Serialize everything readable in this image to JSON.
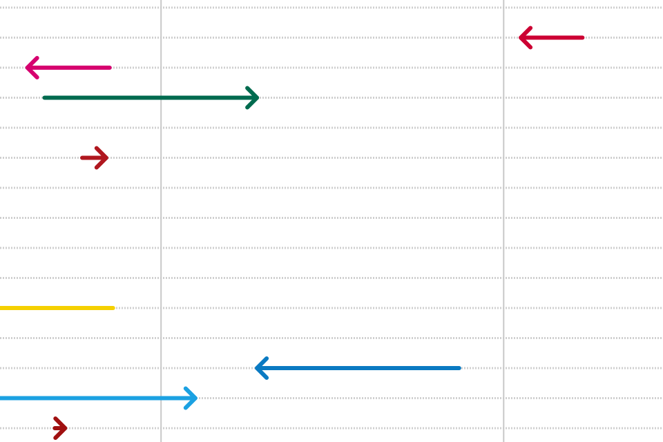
{
  "chart_data": {
    "type": "arrow",
    "grid": true,
    "rows": [
      {
        "index": 0,
        "start": null,
        "end": null,
        "color": null
      },
      {
        "index": 1,
        "start": 1.7,
        "end": 1.52,
        "color": "#CC0033"
      },
      {
        "index": 2,
        "start": 0.32,
        "end": 0.08,
        "color": "#D6006F"
      },
      {
        "index": 3,
        "start": 0.13,
        "end": 0.75,
        "color": "#006B4F"
      },
      {
        "index": 4,
        "start": null,
        "end": null,
        "color": null
      },
      {
        "index": 5,
        "start": 0.24,
        "end": 0.31,
        "color": "#B0171F"
      },
      {
        "index": 6,
        "start": null,
        "end": null,
        "color": null
      },
      {
        "index": 7,
        "start": null,
        "end": null,
        "color": null
      },
      {
        "index": 8,
        "start": null,
        "end": null,
        "color": null
      },
      {
        "index": 9,
        "start": null,
        "end": null,
        "color": null
      },
      {
        "index": 10,
        "start": -0.47,
        "end": 0.33,
        "color": "#F5D000",
        "no_head": true
      },
      {
        "index": 11,
        "start": null,
        "end": null,
        "color": null
      },
      {
        "index": 12,
        "start": 1.34,
        "end": 0.75,
        "color": "#0A7AC2"
      },
      {
        "index": 13,
        "start": -0.47,
        "end": 0.57,
        "color": "#1BA1E2"
      },
      {
        "index": 14,
        "start": 0.16,
        "end": 0.19,
        "color": "#A01010"
      },
      {
        "index": 15,
        "start": null,
        "end": null,
        "color": null
      }
    ],
    "major_x": [
      0.47,
      1.47
    ],
    "xlim": [
      0,
      1.935
    ]
  }
}
